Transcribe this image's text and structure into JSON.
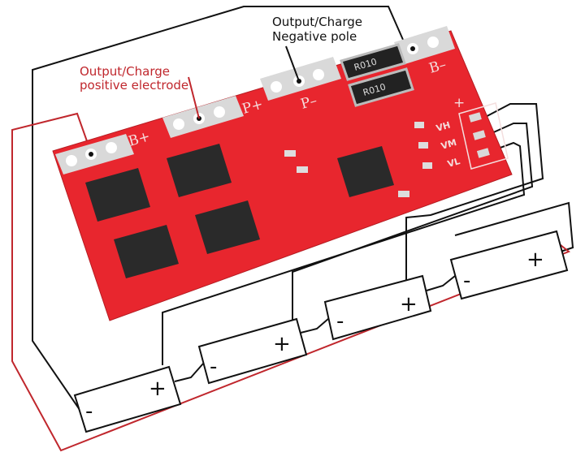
{
  "labels": {
    "negative_line1": "Output/Charge",
    "negative_line2": "Negative pole",
    "positive_line1": "Output/Charge",
    "positive_line2": "positive electrode"
  },
  "board": {
    "b_plus": "B+",
    "p_plus": "P+",
    "p_minus": "P–",
    "b_minus": "B–",
    "plus": "+",
    "vh": "VH",
    "vm": "VM",
    "vl": "VL",
    "resistor1": "R010",
    "resistor2": "R010"
  },
  "batteries": [
    {
      "minus": "-",
      "plus": "+"
    },
    {
      "minus": "-",
      "plus": "+"
    },
    {
      "minus": "-",
      "plus": "+"
    },
    {
      "minus": "-",
      "plus": "+"
    }
  ],
  "colors": {
    "board": "#e8262e",
    "positive_wire": "#c0272d",
    "negative_wire": "#111111",
    "pad": "#d9d9d9"
  }
}
